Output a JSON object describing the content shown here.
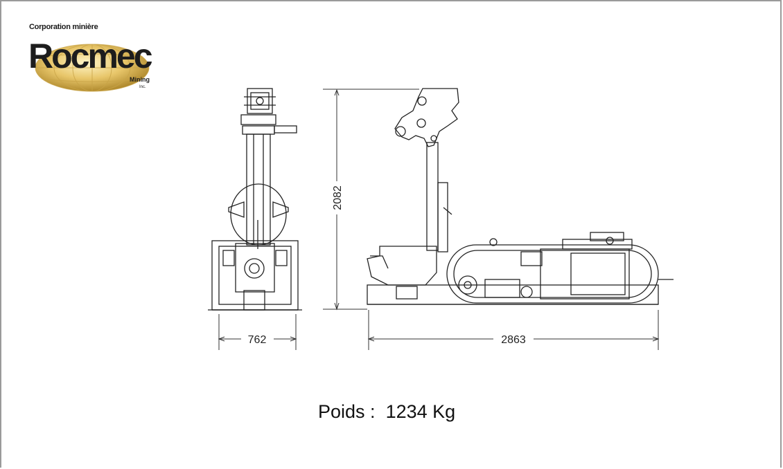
{
  "logo": {
    "tagline": "Corporation minière",
    "name": "Rocmec",
    "suffix": "Mining",
    "inc": "Inc."
  },
  "dimensions": {
    "width": "762",
    "height": "2082",
    "length": "2863"
  },
  "weight": {
    "label": "Poids :",
    "value": "1234 Kg"
  }
}
